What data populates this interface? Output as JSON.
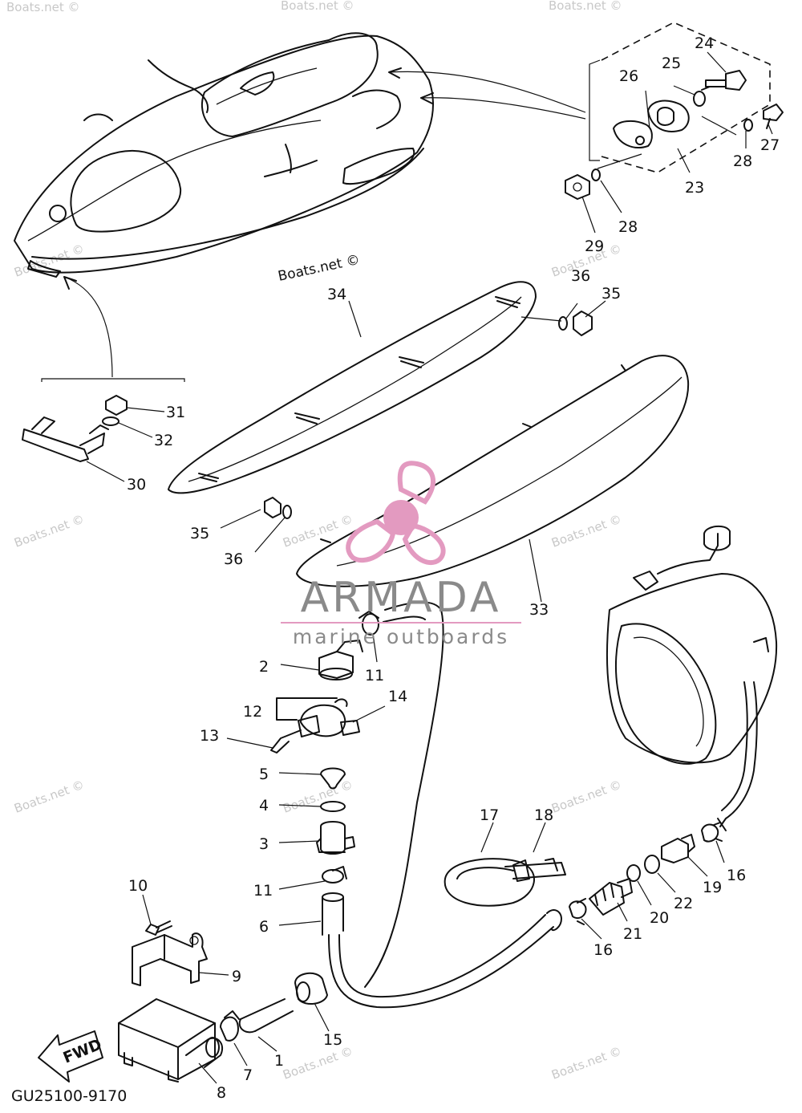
{
  "diagram": {
    "code": "GU25100-9170",
    "fwd_label": "FWD",
    "watermark": "Boats.net ©",
    "callout_labels": [
      "1",
      "2",
      "3",
      "4",
      "5",
      "6",
      "7",
      "8",
      "9",
      "10",
      "11",
      "12",
      "13",
      "14",
      "15",
      "16",
      "17",
      "18",
      "19",
      "20",
      "21",
      "22",
      "23",
      "24",
      "25",
      "26",
      "27",
      "28",
      "29",
      "30",
      "31",
      "32",
      "33",
      "34",
      "35",
      "36"
    ]
  },
  "brand": {
    "name": "ARMADA",
    "tagline": "marine outboards",
    "logo_color": "#e39ac0"
  }
}
